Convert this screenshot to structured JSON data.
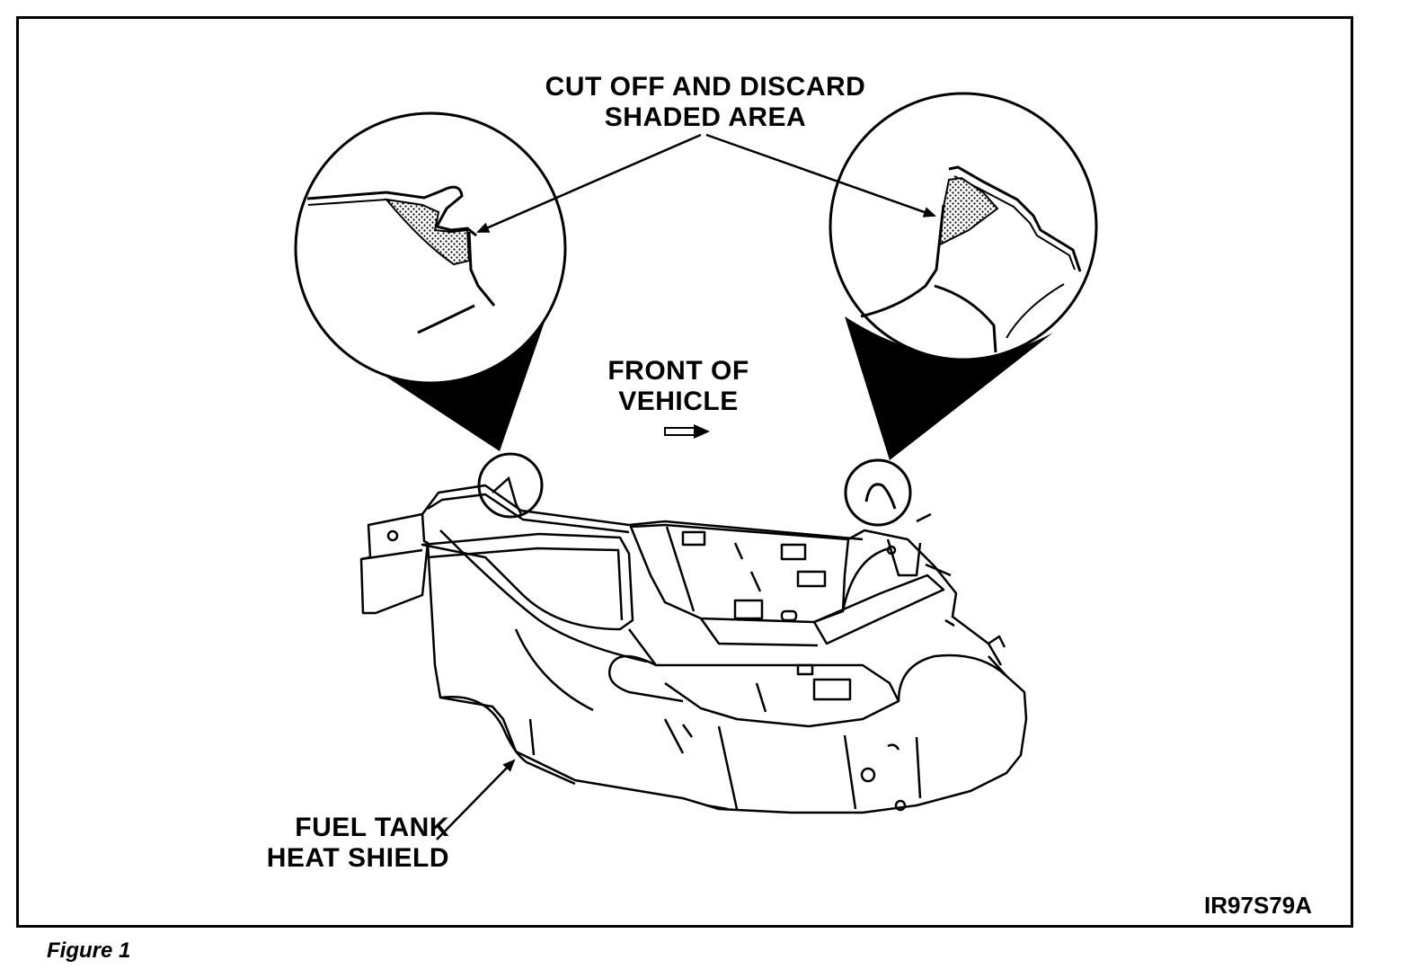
{
  "labels": {
    "cut_off_line1": "CUT OFF AND DISCARD",
    "cut_off_line2": "SHADED AREA",
    "front_line1": "FRONT OF",
    "front_line2": "VEHICLE",
    "fuel_line1": "FUEL TANK",
    "fuel_line2": "HEAT SHIELD"
  },
  "figure_code": "IR97S79A",
  "caption": "Figure 1"
}
